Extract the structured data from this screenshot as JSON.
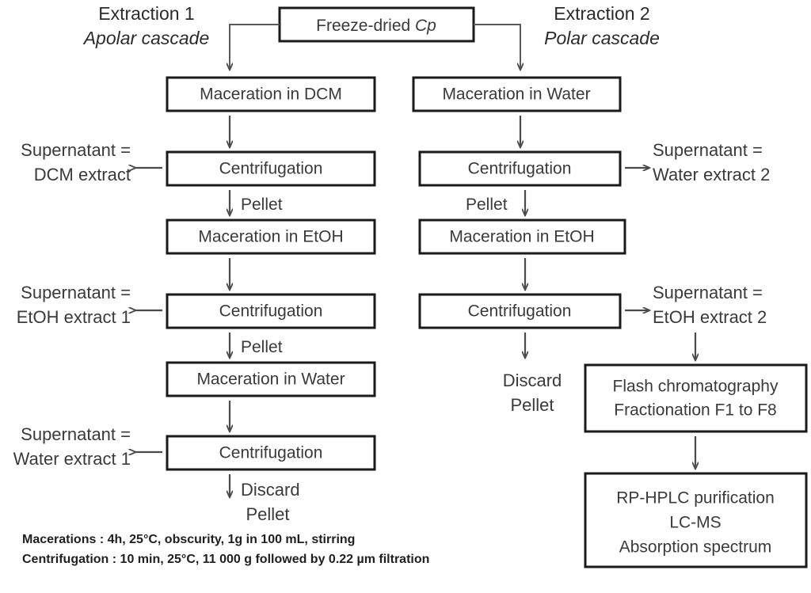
{
  "figure": {
    "type": "flowchart",
    "title": "Extraction cascade flowchart",
    "background_color": "#ffffff",
    "box_stroke_color": "#1a1a1a",
    "text_color": "#3a3a3a",
    "arrow_color": "#4a4a4a"
  },
  "source": {
    "label_main": "Freeze-dried ",
    "label_species": "Cp"
  },
  "branches": [
    {
      "id": "extraction-1",
      "title": "Extraction 1",
      "subtitle": "Apolar cascade"
    },
    {
      "id": "extraction-2",
      "title": "Extraction 2",
      "subtitle": "Polar cascade"
    }
  ],
  "left_column": {
    "nodes": [
      {
        "id": "maceration-dcm",
        "label": "Maceration in DCM"
      },
      {
        "id": "centrifugation-1",
        "label": "Centrifugation"
      },
      {
        "id": "maceration-etoh",
        "label": "Maceration in EtOH"
      },
      {
        "id": "centrifugation-2",
        "label": "Centrifugation"
      },
      {
        "id": "maceration-water",
        "label": "Maceration in Water"
      },
      {
        "id": "centrifugation-3",
        "label": "Centrifugation"
      }
    ],
    "outputs": [
      {
        "id": "dcm-extract",
        "line1": "Supernatant =",
        "line2": "DCM extract"
      },
      {
        "id": "etoh-extract-1",
        "line1": "Supernatant =",
        "line2": "EtOH extract 1"
      },
      {
        "id": "water-extract-1",
        "line1": "Supernatant =",
        "line2": "Water extract 1"
      }
    ],
    "edge_notes": [
      {
        "id": "pellet-1",
        "text": "Pellet"
      },
      {
        "id": "pellet-2",
        "text": "Pellet"
      }
    ],
    "terminal": {
      "id": "discard-pellet-left",
      "line1": "Discard",
      "line2": "Pellet"
    }
  },
  "right_column": {
    "nodes": [
      {
        "id": "maceration-water-r",
        "label": "Maceration in Water"
      },
      {
        "id": "centrifugation-1r",
        "label": "Centrifugation"
      },
      {
        "id": "maceration-etoh-r",
        "label": "Maceration in EtOH"
      },
      {
        "id": "centrifugation-2r",
        "label": "Centrifugation"
      }
    ],
    "outputs": [
      {
        "id": "water-extract-2",
        "line1": "Supernatant =",
        "line2": "Water extract 2"
      },
      {
        "id": "etoh-extract-2",
        "line1": "Supernatant =",
        "line2": "EtOH extract 2"
      }
    ],
    "edge_notes": [
      {
        "id": "pellet-r1",
        "text": "Pellet"
      }
    ],
    "terminal": {
      "id": "discard-pellet-right",
      "line1": "Discard",
      "line2": "Pellet"
    },
    "downstream": [
      {
        "id": "flash-chromatography",
        "lines": [
          "Flash chromatography",
          "Fractionation F1 to F8"
        ]
      },
      {
        "id": "rp-hplc",
        "lines": [
          "RP-HPLC purification",
          "LC-MS",
          "Absorption spectrum"
        ]
      }
    ]
  },
  "footnotes": [
    "Macerations : 4h, 25°C, obscurity, 1g in 100 mL, stirring",
    "Centrifugation : 10 min, 25°C, 11 000 g followed by 0.22 µm filtration"
  ]
}
